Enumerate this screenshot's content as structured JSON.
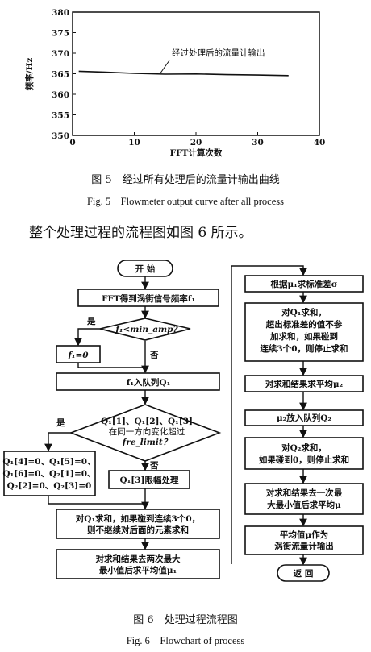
{
  "figure5": {
    "chart_data": {
      "type": "line",
      "ylabel": "频率/Hz",
      "xlabel": "FFT计算次数",
      "xlim": [
        0,
        40
      ],
      "ylim": [
        350,
        380
      ],
      "xticks": [
        0,
        10,
        20,
        30,
        40
      ],
      "yticks": [
        350,
        355,
        360,
        365,
        370,
        375,
        380
      ],
      "grid": false,
      "annotation": "经过处理后的流量计输出",
      "series": [
        {
          "x": [
            1,
            5,
            10,
            15,
            20,
            25,
            30,
            35
          ],
          "values": [
            365.6,
            365.4,
            365.1,
            364.9,
            364.95,
            364.8,
            364.7,
            364.55
          ]
        }
      ]
    },
    "caption_cn": "图 5　经过所有处理后的流量计输出曲线",
    "caption_en": "Fig. 5　Flowmeter output curve after all process"
  },
  "paragraph": "整个处理过程的流程图如图 6 所示。",
  "figure6": {
    "start": "开 始",
    "fft": "FFT得到涡街信号频率f₁",
    "cond1": "f₁<min_amp?",
    "yes1": "是",
    "no1": "否",
    "set_zero": "f₁=0",
    "enqueue1": "f₁入队列Q₁",
    "yes2": "是",
    "cond2_line1": "Q₁[1]、Q₁[2]、Q₁[3]",
    "cond2_line2": "在同一方向变化超过",
    "cond2_line3": "fre_limit？",
    "reset_line1": "Q₁[4]=0、Q₁[5]=0、",
    "reset_line2": "Q₁[6]=0、Q₂[1]=0、",
    "reset_line3": "Q₂[2]=0、Q₂[3]=0",
    "no2": "否",
    "limit": "Q₁[3]限幅处理",
    "sum1_line1": "对Q₁求和，如果碰到连续3个0，",
    "sum1_line2": "则不继续对后面的元素求和",
    "avg1_line1": "对求和结果去两次最大",
    "avg1_line2": "最小值后求平均值μ₁",
    "std_calc": "根据μ₁求标准差σ",
    "sum2_line1": "对Q₁求和，",
    "sum2_line2": "超出标准差的值不参",
    "sum2_line3": "加求和，如果碰到",
    "sum2_line4": "连续3个0，则停止求和",
    "avg2": "对求和结果求平均μ₂",
    "enqueue2": "μ₂放入队列Q₂",
    "sum3_line1": "对Q₂求和，",
    "sum3_line2": "如果碰到0，则停止求和",
    "avg3_line1": "对求和结果去一次最",
    "avg3_line2": "大最小值后求平均μ",
    "output_line1": "平均值μ作为",
    "output_line2": "涡街流量计输出",
    "end": "返 回",
    "caption_cn": "图 6　处理过程流程图",
    "caption_en": "Fig. 6　Flowchart of process"
  }
}
